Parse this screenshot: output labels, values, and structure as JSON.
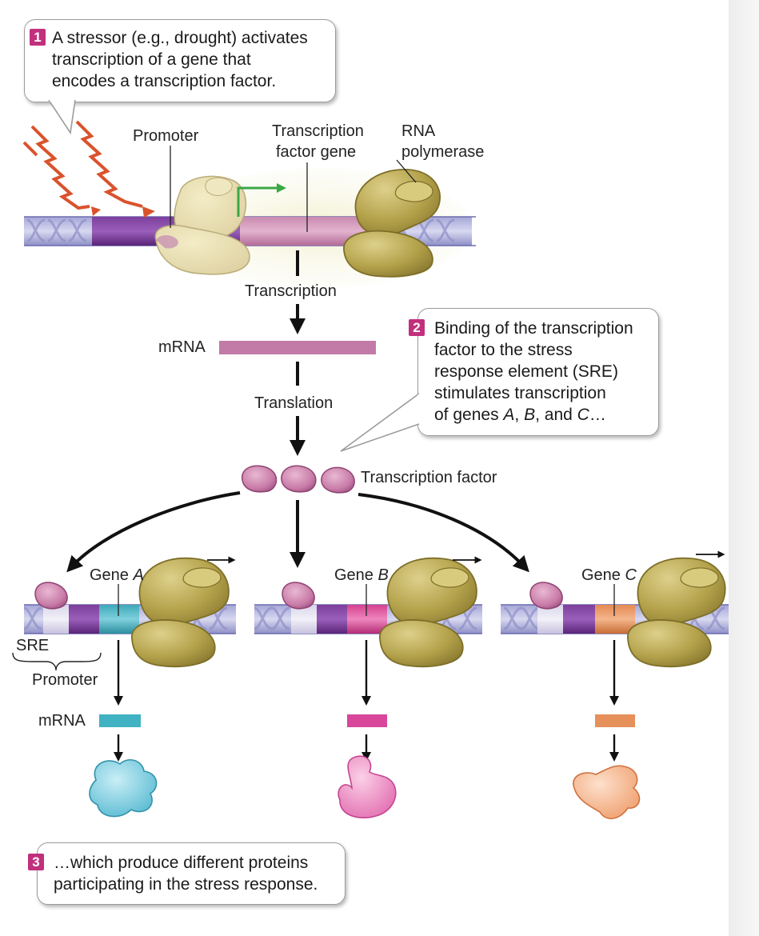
{
  "callouts": {
    "step1": {
      "number": "1",
      "lines": [
        "A stressor (e.g., drought) activates",
        "transcription of a gene that",
        "encodes a transcription factor."
      ]
    },
    "step2": {
      "number": "2",
      "lines": [
        "Binding of the transcription",
        "factor to the stress",
        "response element (SRE)",
        "stimulates transcription"
      ],
      "last_prefix": "of genes ",
      "gene_a": "A",
      "sep1": ", ",
      "gene_b": "B",
      "sep2": ", and ",
      "gene_c": "C",
      "last_suffix": "…"
    },
    "step3": {
      "number": "3",
      "lines": [
        "…which produce different proteins",
        "participating in the stress response."
      ]
    }
  },
  "labels": {
    "promoter_top": "Promoter",
    "tf_gene_line1": "Transcription",
    "tf_gene_line2": "factor gene",
    "rnap_line1": "RNA",
    "rnap_line2": "polymerase",
    "transcription": "Transcription",
    "mrna_top": "mRNA",
    "translation": "Translation",
    "transcription_factor": "Transcription factor",
    "gene_word": "Gene ",
    "gene_a": "A",
    "gene_b": "B",
    "gene_c": "C",
    "sre": "SRE",
    "promoter_bottom": "Promoter",
    "mrna_bottom": "mRNA"
  },
  "colors": {
    "promoter": "#6b2f8c",
    "tf_gene": "#c27ba6",
    "gene_a": "#40b2c2",
    "gene_b": "#d8479a",
    "gene_c": "#e6905a",
    "rna_polymerase": "#b3a14a",
    "transcription_factor": "#c883aa",
    "stress_arrows": "#d9532c",
    "start_arrow": "#3aa845",
    "dna_backbone": "#8f8fc4",
    "step_number": "#c1307d"
  }
}
